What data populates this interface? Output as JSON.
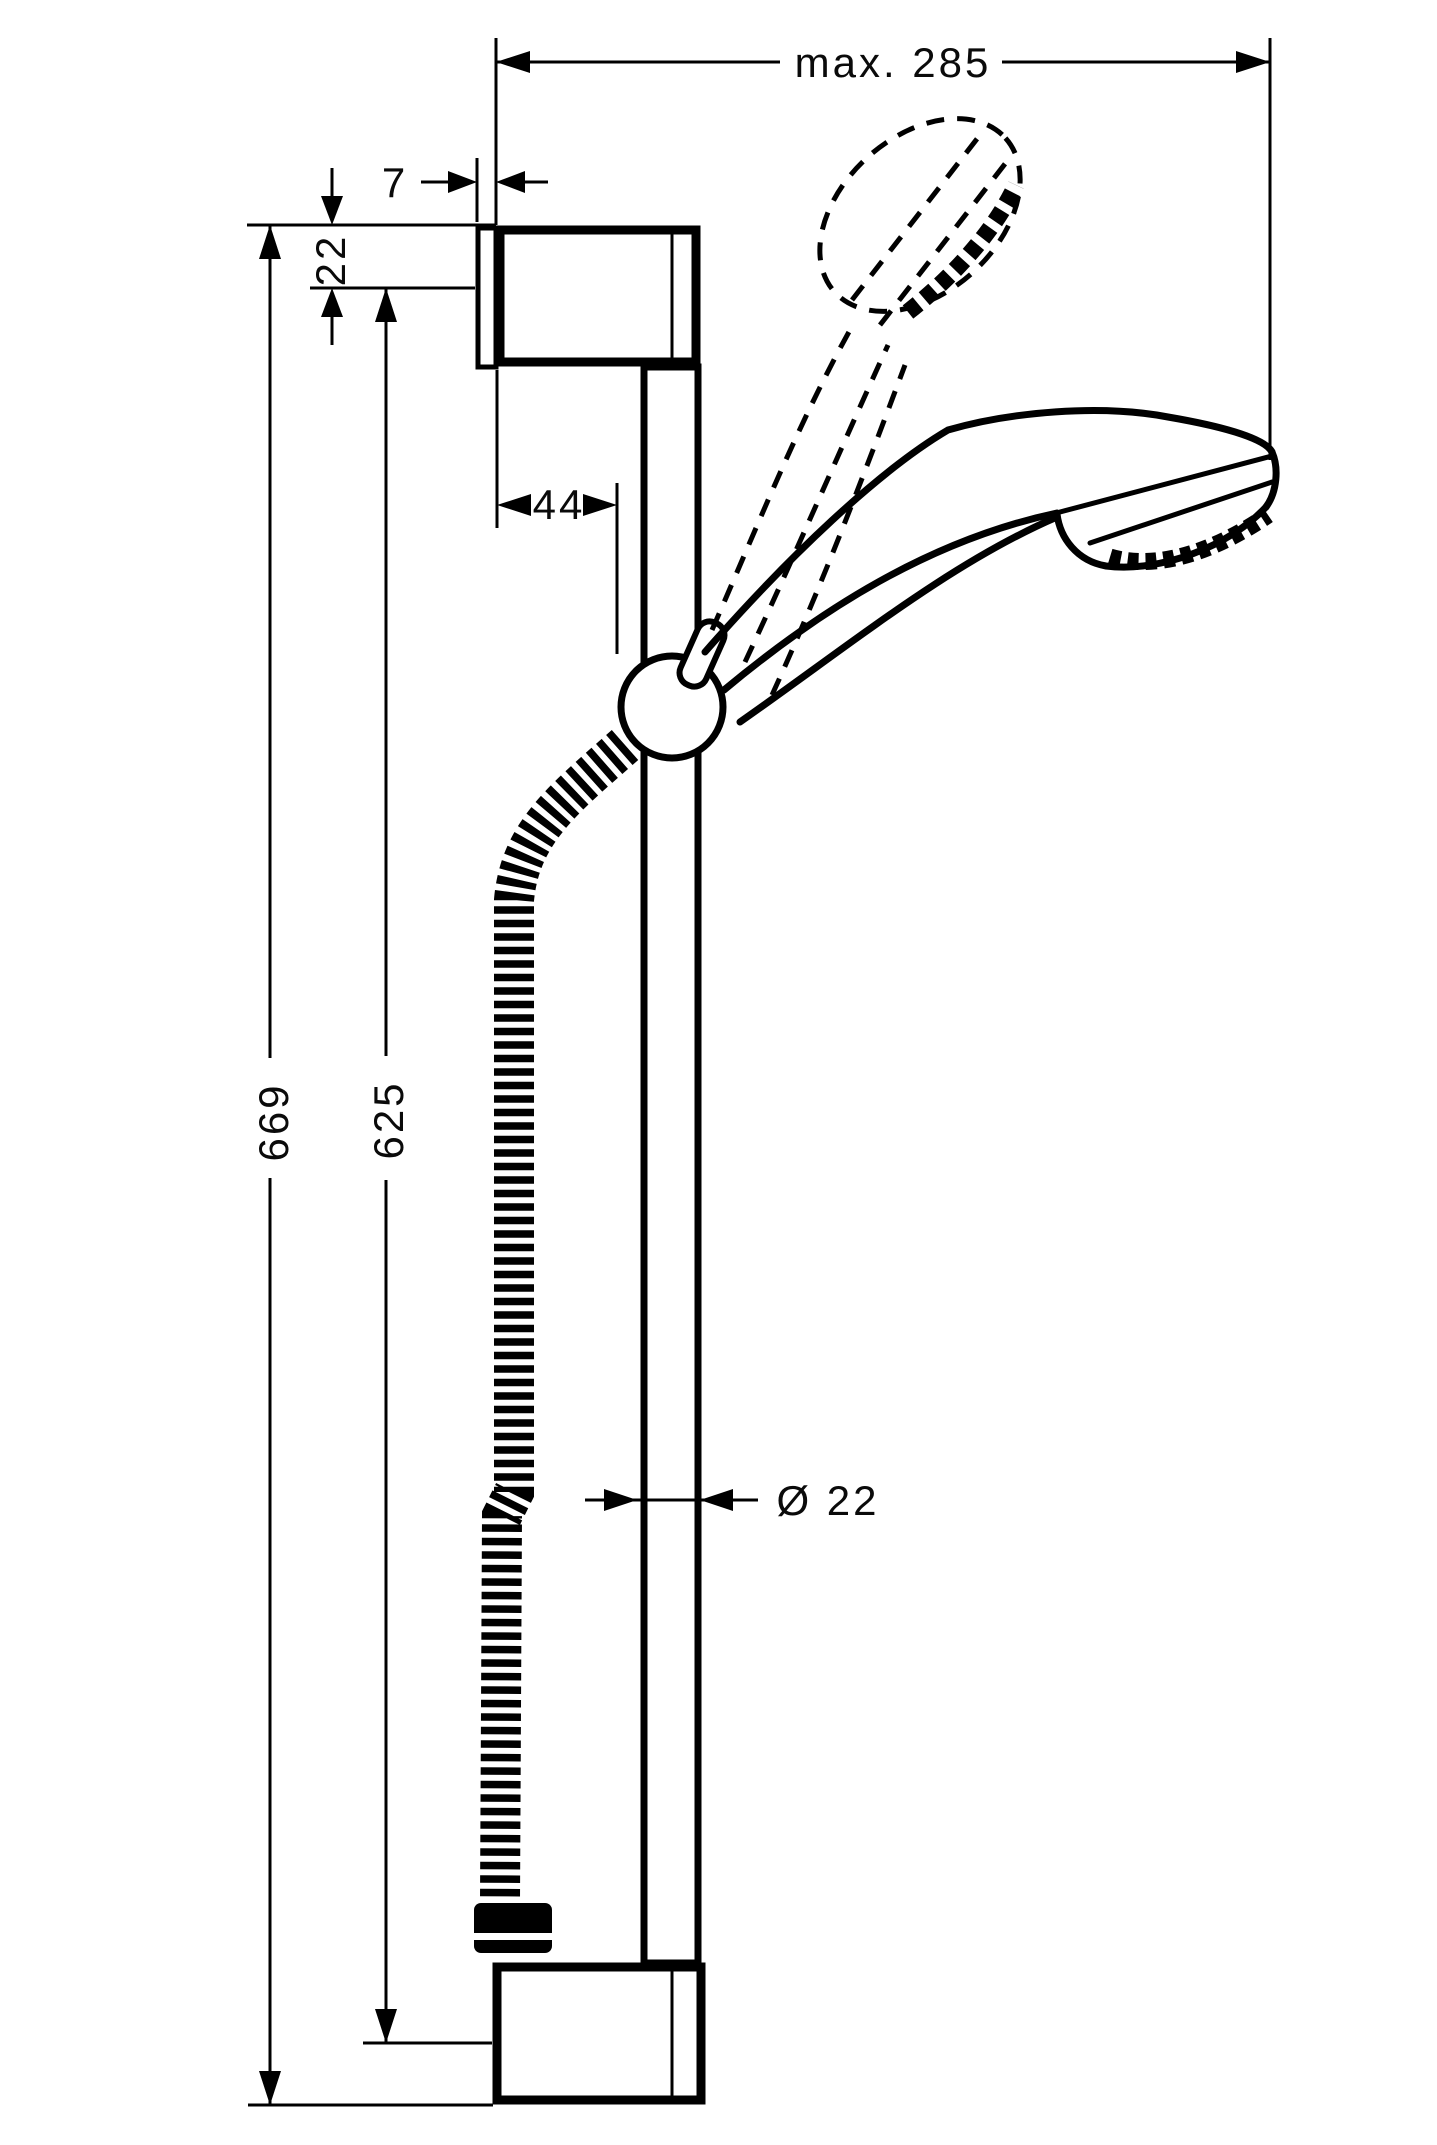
{
  "drawing": {
    "type": "technical-dimension-drawing",
    "subject": "hand shower set with wall bar, slider, wall brackets and shower hose",
    "labels": {
      "max_reach": "max. 285",
      "plate_thickness": "7",
      "top_offset": "22",
      "bar_offset": "44",
      "overall_length": "669",
      "rail_length": "625",
      "bar_diameter": "Ø 22"
    },
    "colors": {
      "ink": "#000000",
      "paper": "#ffffff"
    }
  }
}
